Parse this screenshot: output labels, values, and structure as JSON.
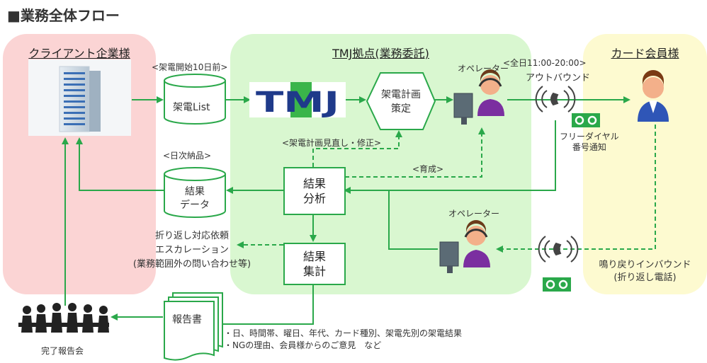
{
  "title": "■業務全体フロー",
  "zones": {
    "client": "クライアント企業様",
    "tmj": "TMJ拠点(業務委託)",
    "member": "カード会員様"
  },
  "labels": {
    "call_start": "<架電開始10日前>",
    "call_list": "架電List",
    "logo": "TMJ",
    "plan": [
      "架電計画",
      "策定"
    ],
    "operator_top": "オペレーター",
    "all_day": "<全日11:00-20:00>",
    "outbound": "アウトバウンド",
    "freedial": [
      "フリーダイヤル",
      "番号通知"
    ],
    "plan_review": "<架電計画見直し・修正>",
    "daily_delivery": "<日次納品>",
    "result_data": [
      "結果",
      "データ"
    ],
    "analysis": [
      "結果",
      "分析"
    ],
    "training": "<育成>",
    "escalation": [
      "折り返し対応依頼",
      "エスカレーション",
      "(業務範囲外の問い合わせ等)"
    ],
    "aggregate": [
      "結果",
      "集計"
    ],
    "operator_bottom": "オペレーター",
    "inbound": [
      "鳴り戻りインバウンド",
      "(折り返し電話)"
    ],
    "report": "報告書",
    "report_items": [
      "・日、時間帯、曜日、年代、カード種別、架電先別の架電結果",
      "・NGの理由、会員様からのご意見　など"
    ],
    "completion_meeting": "完了報告会"
  },
  "colors": {
    "client_bg": "#fbd4d4",
    "tmj_bg": "#d9f7d0",
    "member_bg": "#fdfad0",
    "arrow": "#2aa84a",
    "logo_blue": "#1f3a8a",
    "logo_green": "#3ab54a"
  }
}
